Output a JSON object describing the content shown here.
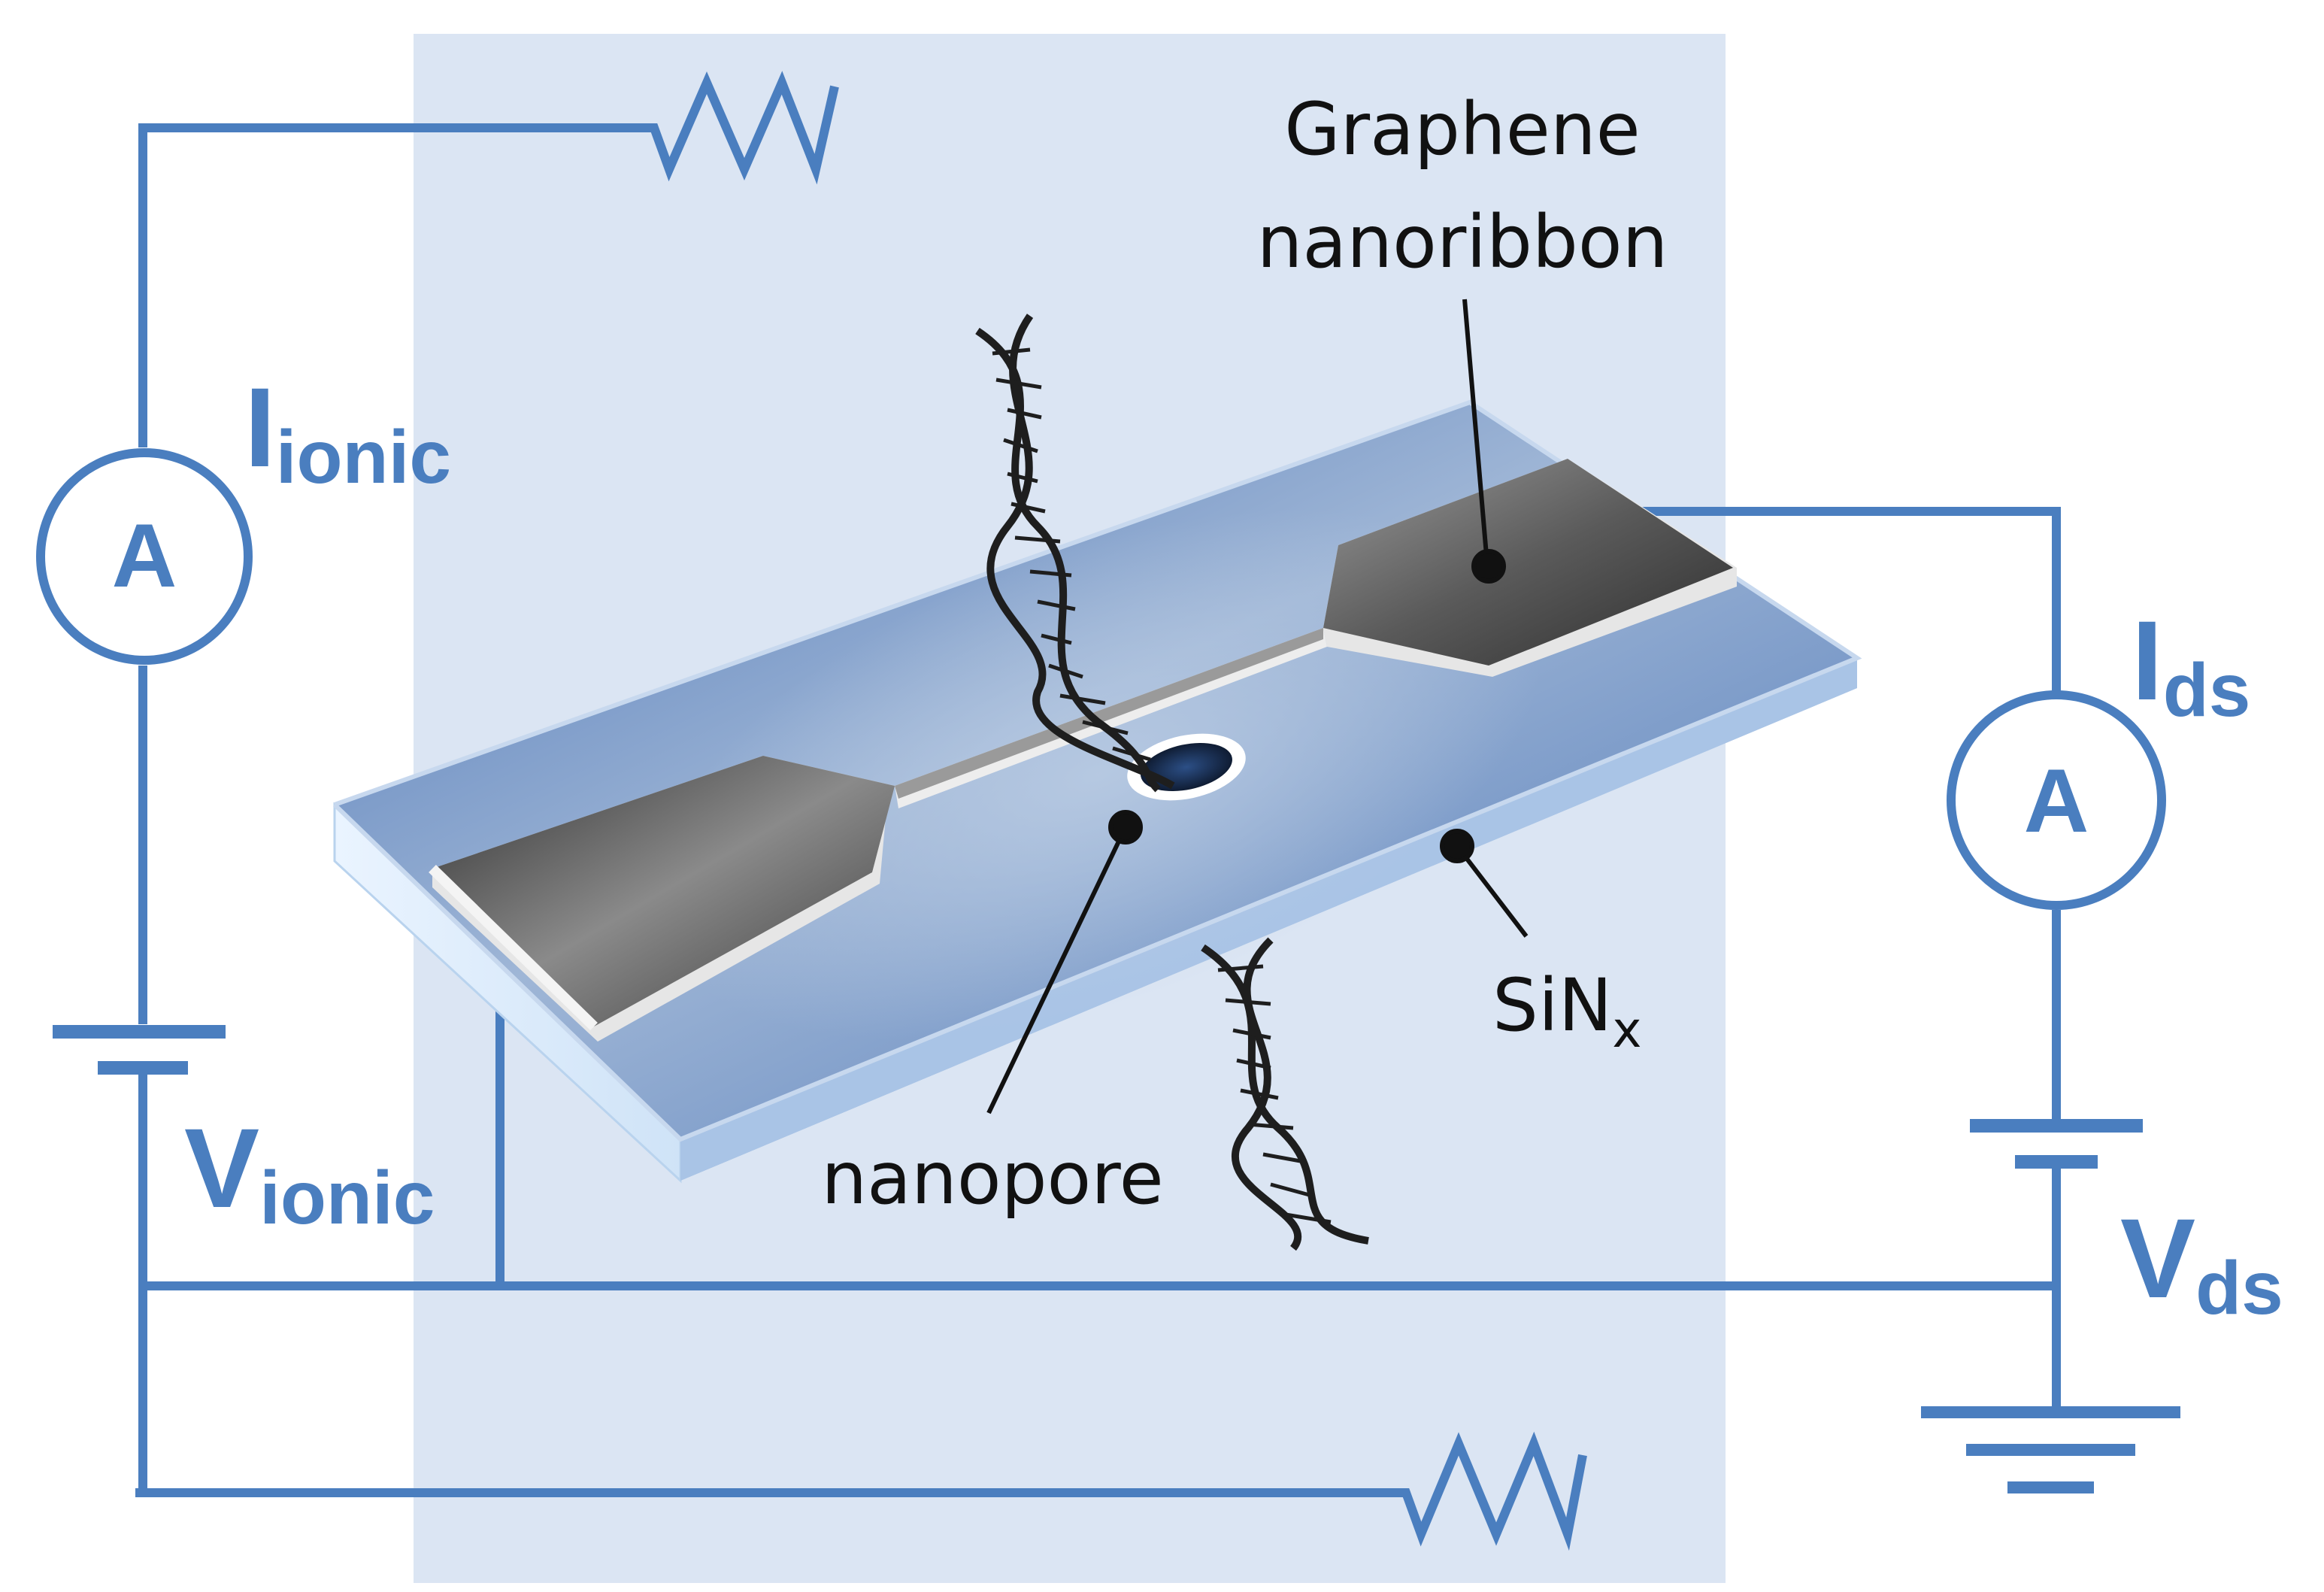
{
  "labels": {
    "graphene_line1": "Graphene",
    "graphene_line2": "nanoribbon",
    "nanopore": "nanopore",
    "sinx_main": "SiN",
    "sinx_sub": "x",
    "i_ionic_main": "I",
    "i_ionic_sub": "ionic",
    "v_ionic_main": "V",
    "v_ionic_sub": "ionic",
    "i_ds_main": "I",
    "i_ds_sub": "ds",
    "v_ds_main": "V",
    "v_ds_sub": "ds",
    "ammeter_left": "A",
    "ammeter_right": "A"
  },
  "colors": {
    "wire": "#4a7ebf",
    "solution_bg": "#dbe5f3",
    "membrane": "#7f9fcb",
    "membrane_edge": "#b9d3ee",
    "electrode": "#5e5e5e",
    "label_text": "#111111"
  },
  "icons": {
    "ammeter": "circle-A-icon",
    "battery": "battery-icon",
    "resistor": "resistor-icon",
    "ground": "ground-icon",
    "dna": "dna-helix-icon"
  }
}
